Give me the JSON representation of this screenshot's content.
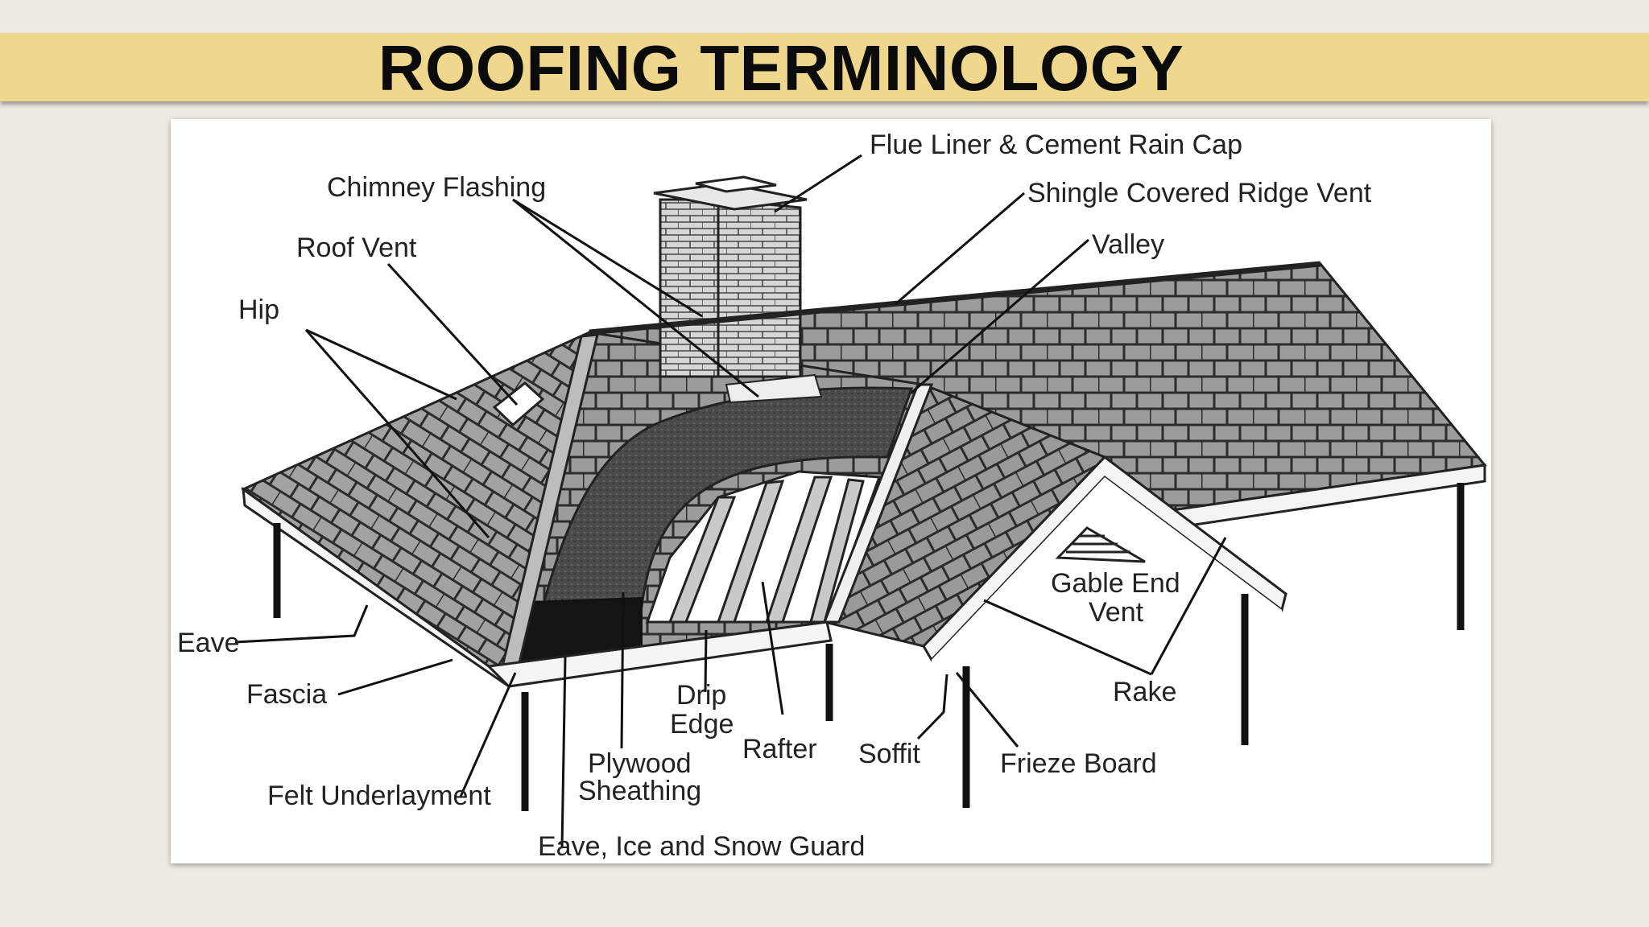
{
  "title": "ROOFING TERMINOLOGY",
  "labels": {
    "flue_liner": "Flue Liner & Cement Rain Cap",
    "chimney_flashing": "Chimney Flashing",
    "shingle_ridge_vent": "Shingle Covered Ridge Vent",
    "valley": "Valley",
    "roof_vent": "Roof Vent",
    "hip": "Hip",
    "gable_end_vent_line1": "Gable End",
    "gable_end_vent_line2": "Vent",
    "eave": "Eave",
    "fascia": "Fascia",
    "rake": "Rake",
    "drip_edge_line1": "Drip",
    "drip_edge_line2": "Edge",
    "rafter": "Rafter",
    "soffit": "Soffit",
    "frieze_board": "Frieze Board",
    "plywood_line1": "Plywood",
    "plywood_line2": "Sheathing",
    "felt_underlayment": "Felt Underlayment",
    "eave_ice_snow_guard": "Eave, Ice and Snow Guard"
  },
  "colors": {
    "background": "#efe9e3",
    "title_bar": "#efd78d",
    "shingle": "#9a9a9a",
    "shingle_dark": "#6e6e6e",
    "felt": "#4a4a4a",
    "ice_guard": "#141414"
  }
}
